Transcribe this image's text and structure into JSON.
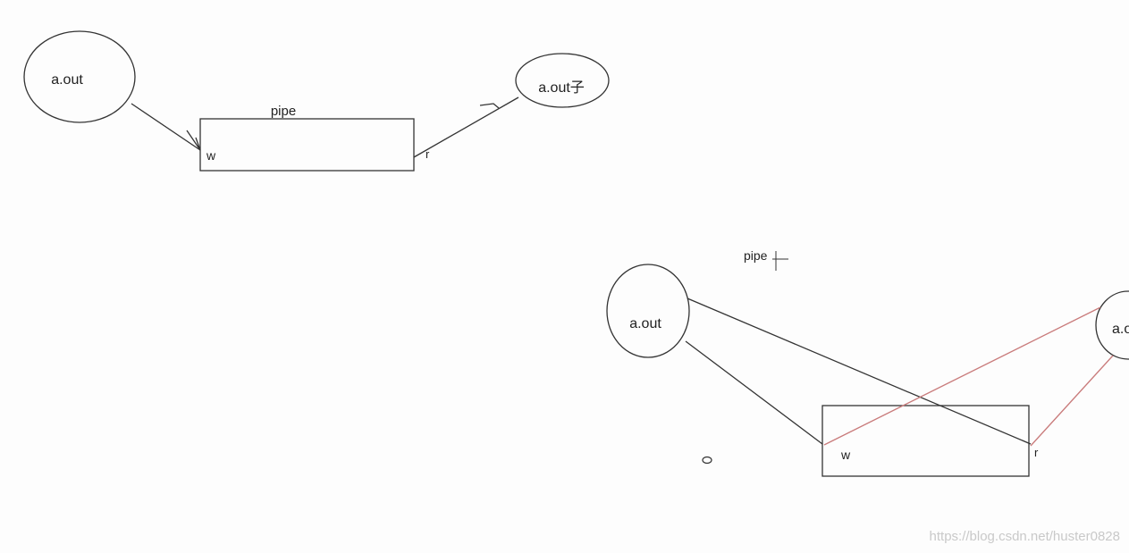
{
  "diagram_top": {
    "parent_label": "a.out",
    "child_label": "a.out子",
    "pipe_label": "pipe",
    "write_end": "w",
    "read_end": "r"
  },
  "diagram_bottom": {
    "pipe_label": "pipe",
    "parent_label": "a.out",
    "child_label": "a.o",
    "write_end": "w",
    "read_end": "r"
  },
  "colors": {
    "line": "#333333",
    "child_line": "#c97b7b",
    "background": "#fdfdfd"
  },
  "watermark": "https://blog.csdn.net/huster0828"
}
